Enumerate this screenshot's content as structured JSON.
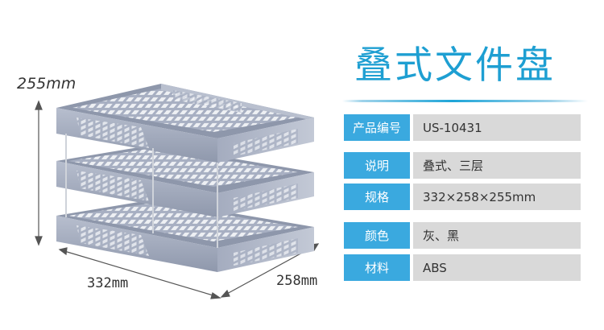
{
  "dimensions": {
    "height": "255mm",
    "width": "332mm",
    "depth": "258mm"
  },
  "title": "叠式文件盘",
  "specs": [
    {
      "key": "产品编号",
      "value": "US-10431"
    },
    {
      "key": "说明",
      "value": "叠式、三层"
    },
    {
      "key": "规格",
      "value": "332×258×255mm"
    },
    {
      "key": "颜色",
      "value": "灰、黑"
    },
    {
      "key": "材料",
      "value": "ABS"
    }
  ],
  "colors": {
    "accent": "#1e9fd2",
    "key_bg": "#3aa9df",
    "value_bg": "#d9d9d9",
    "tray": "#9aa3b6"
  }
}
